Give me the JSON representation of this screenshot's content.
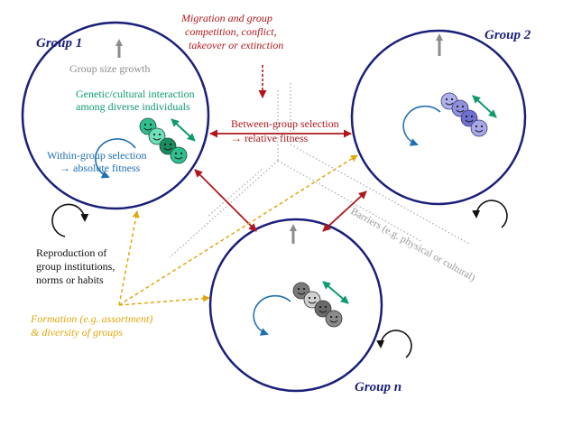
{
  "groups": {
    "group1": "Group 1",
    "group2": "Group 2",
    "groupn": "Group n"
  },
  "labels": {
    "group_size_growth": "Group size growth",
    "genetic_line1": "Genetic/cultural interaction",
    "genetic_line2": "among diverse individuals",
    "within_line1": "Within-group selection",
    "within_line2": "→ absolute fitness",
    "migration_line1": "Migration and group",
    "migration_line2": "competition, conflict,",
    "migration_line3": "takeover or extinction",
    "between_line1": "Between-group selection",
    "between_line2": "→ relative fitness",
    "barriers": "Barriers (e.g. physical or cultural)",
    "reproduction_line1": "Reproduction of",
    "reproduction_line2": "group institutions,",
    "reproduction_line3": "norms or habits",
    "formation_line1": "Formation (e.g. assortment)",
    "formation_line2": "& diversity of groups"
  },
  "colors": {
    "circle": "#1a1f7a",
    "gray_arrow": "#8c8c8c",
    "green": "#0f9a6e",
    "blue": "#1f6fb5",
    "red": "#b0171c",
    "orange": "#e2a70f",
    "black": "#111111",
    "faces_group1": [
      "#2fbf8f",
      "#6fe0b8",
      "#1b8a5e",
      "#2fbf8f"
    ],
    "faces_group2": [
      "#b0b0ea",
      "#9090dc",
      "#6f6fd0",
      "#a8a8e6"
    ],
    "faces_groupn": [
      "#7a7a7a",
      "#d0d0d0",
      "#6a6a6a",
      "#8a8a8a"
    ]
  },
  "icons": {
    "individual": "smiley-face-icon"
  }
}
